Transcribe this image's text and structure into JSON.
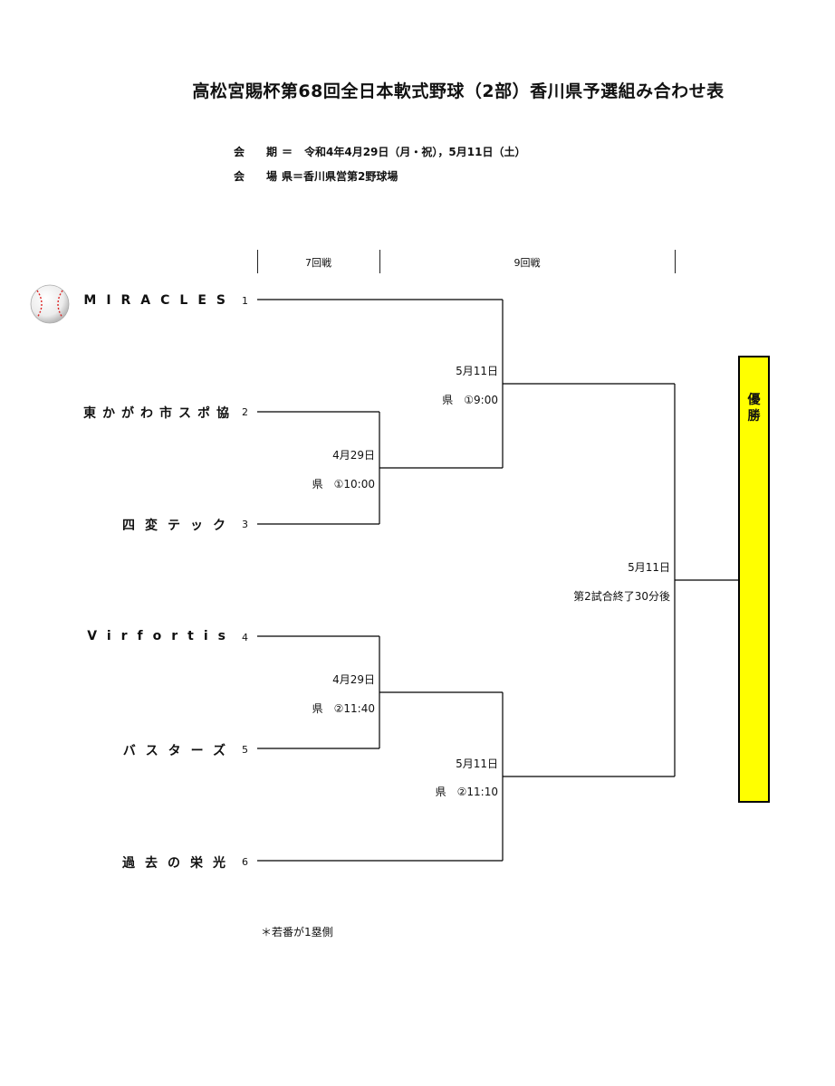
{
  "title": "高松宮賜杯第68回全日本軟式野球（2部）香川県予選組み合わせ表",
  "info": {
    "period_label": "会　　期",
    "period_eq": "＝",
    "period_value": "令和4年4月29日（月・祝），5月11日（土）",
    "venue_label": "会　　場",
    "venue_value": "県＝香川県営第2野球場"
  },
  "rounds": {
    "r1": "7回戦",
    "r2": "9回戦"
  },
  "teams": [
    {
      "seed": "1",
      "name": "MIRACLES"
    },
    {
      "seed": "2",
      "name": "東かがわ市スポ協"
    },
    {
      "seed": "3",
      "name": "四変テック"
    },
    {
      "seed": "4",
      "name": "Virfortis"
    },
    {
      "seed": "5",
      "name": "バスターズ"
    },
    {
      "seed": "6",
      "name": "過去の栄光"
    }
  ],
  "matches": {
    "m23": {
      "date": "4月29日",
      "slot": "県　①10:00"
    },
    "m45": {
      "date": "4月29日",
      "slot": "県　②11:40"
    },
    "mA": {
      "date": "5月11日",
      "slot": "県　①9:00"
    },
    "mB": {
      "date": "5月11日",
      "slot": "県　②11:10"
    },
    "final": {
      "date": "5月11日",
      "slot": "第2試合終了30分後"
    }
  },
  "champion": "優勝",
  "note": "＊若番が1塁側",
  "icons": {
    "ball": "baseball-icon"
  }
}
